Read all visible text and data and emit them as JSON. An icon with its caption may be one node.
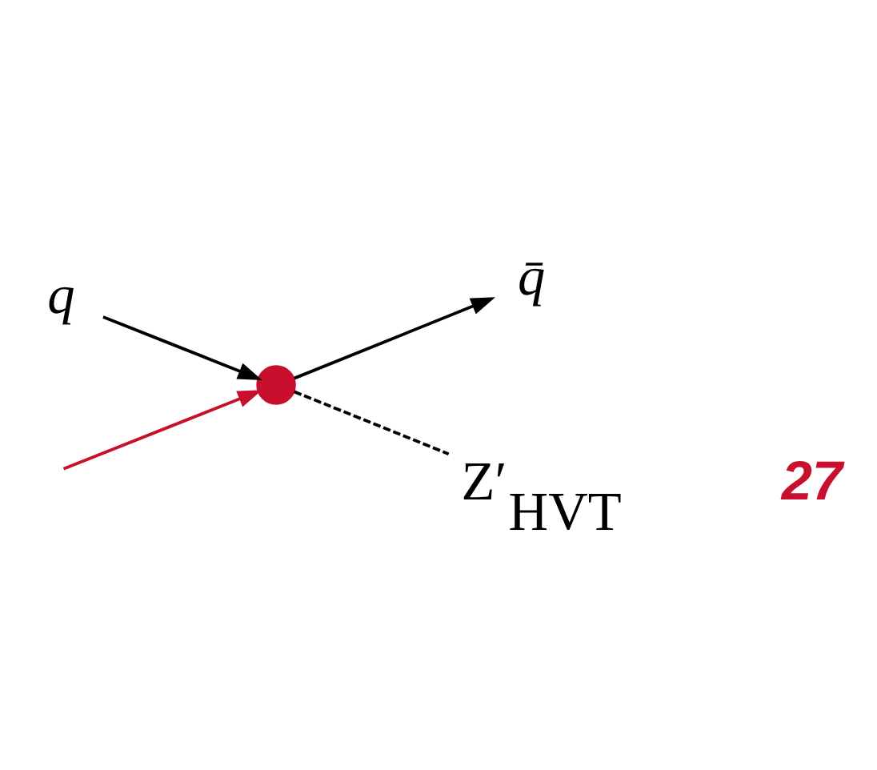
{
  "diagram": {
    "nodes": [
      {
        "text": [
          "q̄"
        ]
      },
      {
        "text": [
          "q"
        ]
      },
      {
        "text": [],
        "shape": "circle"
      },
      {
        "text": [
          "Z′$_{HVT}$"
        ]
      }
    ],
    "edges": [
      {
        "from": 1,
        "to": 2,
        "arrow": "to"
      },
      {
        "from": 2,
        "to": 0,
        "arrow": "to"
      },
      {
        "from": 2,
        "to": 3,
        "arrow": "none",
        "style": "dashed"
      },
      {
        "from": null,
        "to": 2,
        "arrow": "to",
        "color": "#c8102e"
      }
    ],
    "labels": [
      "27"
    ]
  }
}
